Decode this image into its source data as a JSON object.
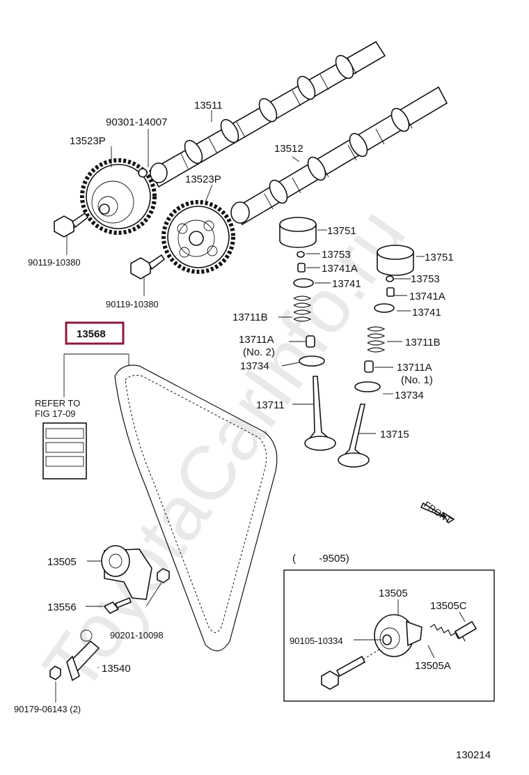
{
  "watermark": "ToyotaCarInfo.ru",
  "highlight_color": "#8b1a3a",
  "labels": {
    "p13511": "13511",
    "p90301": "90301-14007",
    "p13523P_a": "13523P",
    "p13523P_b": "13523P",
    "p13512": "13512",
    "p90119_a": "90119-10380",
    "p90119_b": "90119-10380",
    "p13568": "13568",
    "refer1": "REFER TO",
    "refer2": "FIG 17-09",
    "p13751_a": "13751",
    "p13751_b": "13751",
    "p13753_a": "13753",
    "p13753_b": "13753",
    "p13741A_a": "13741A",
    "p13741A_b": "13741A",
    "p13741_a": "13741",
    "p13741_b": "13741",
    "p13711B_a": "13711B",
    "p13711B_b": "13711B",
    "p13711A_a": "13711A",
    "p13711A_a_sub": "(No. 2)",
    "p13711A_b": "13711A",
    "p13711A_b_sub": "(No. 1)",
    "p13734_a": "13734",
    "p13734_b": "13734",
    "p13711": "13711",
    "p13715": "13715",
    "front": "FRONT",
    "p13505_main": "13505",
    "p13556": "13556",
    "p90201": "90201-10098",
    "p13540": "13540",
    "p90179": "90179-06143 (2)",
    "inset_title": "(        -9505)",
    "inset_13505": "13505",
    "inset_13505C": "13505C",
    "inset_90105": "90105-10334",
    "inset_13505A": "13505A",
    "fig_no": "130214"
  }
}
